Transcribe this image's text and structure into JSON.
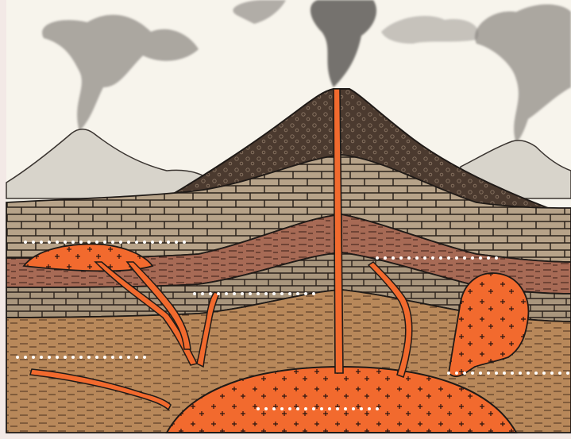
{
  "diagram": {
    "colors": {
      "frame": "#f3e9e6",
      "sky": "#f7f4ec",
      "ink": "#1f1a17",
      "ash": "#4a4744",
      "cone": "#4b3a2f",
      "limestone": "#b7a389",
      "shale_red": "#a76a55",
      "sandstone": "#b8885a",
      "magma": "#f26a2e",
      "marker_dots": "#ffffff"
    },
    "features": [
      "erupting-volcano",
      "distant-volcano-left",
      "distant-volcano-right",
      "main-vent-conduit",
      "laccolith-left",
      "stock-right",
      "magma-chamber",
      "dikes",
      "sills"
    ]
  }
}
